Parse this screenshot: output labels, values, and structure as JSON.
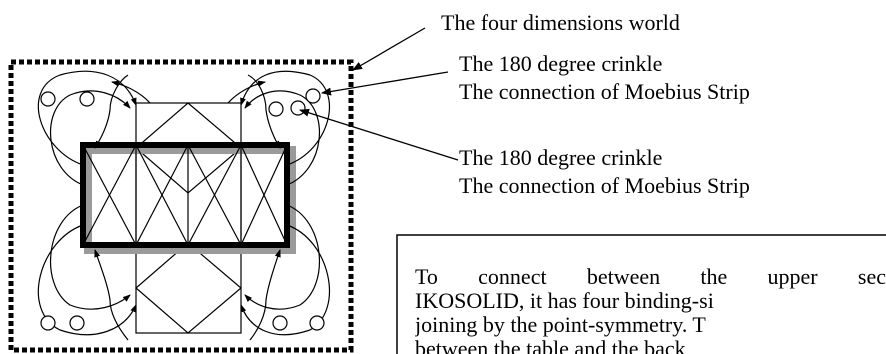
{
  "labels": {
    "four_dimensions": "The four dimensions world",
    "crinkle_top": "The 180 degree crinkle",
    "moebius_top": "The connection of Moebius Strip",
    "crinkle_bottom": "The 180 degree crinkle",
    "moebius_bottom": "The connection of Moebius Strip"
  },
  "note": {
    "lines": [
      "To connect between the upper sec",
      "IKOSOLID, it has four binding-si",
      "joining  by the point-symmetry. T",
      "between the table and the back"
    ]
  },
  "colors": {
    "line": "#000000",
    "shadow": "#9a9a9a",
    "background": "#ffffff"
  }
}
